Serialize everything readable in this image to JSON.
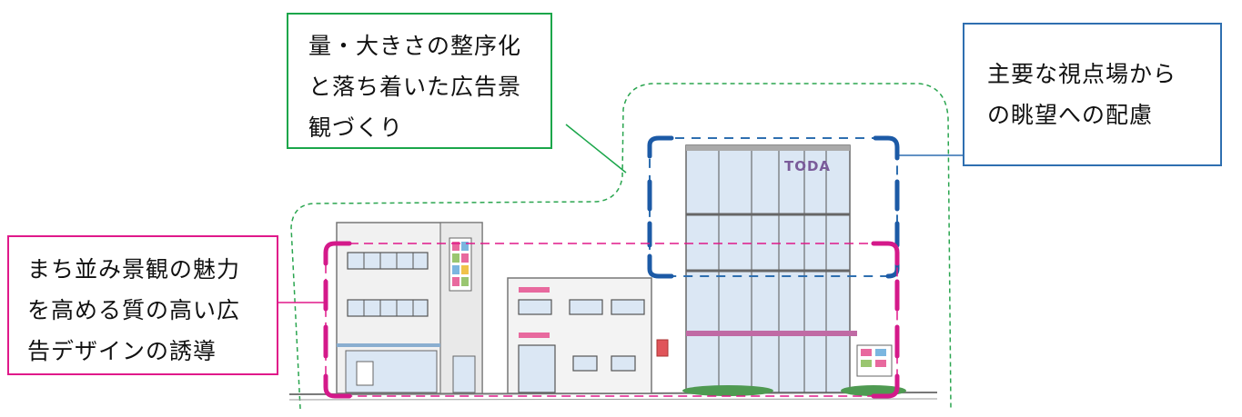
{
  "callouts": {
    "green": {
      "lines": [
        "量・大きさの整序化",
        "と落ち着いた広告景",
        "観づくり"
      ],
      "color": "#1aa64a"
    },
    "blue": {
      "lines": [
        "主要な視点場から",
        "の眺望への配慮"
      ],
      "color": "#2f6fb0"
    },
    "pink": {
      "lines": [
        "まち並み景観の魅力",
        "を高める質の高い広",
        "告デザインの誘導"
      ],
      "color": "#e0198a"
    }
  },
  "building_sign": "TODA"
}
